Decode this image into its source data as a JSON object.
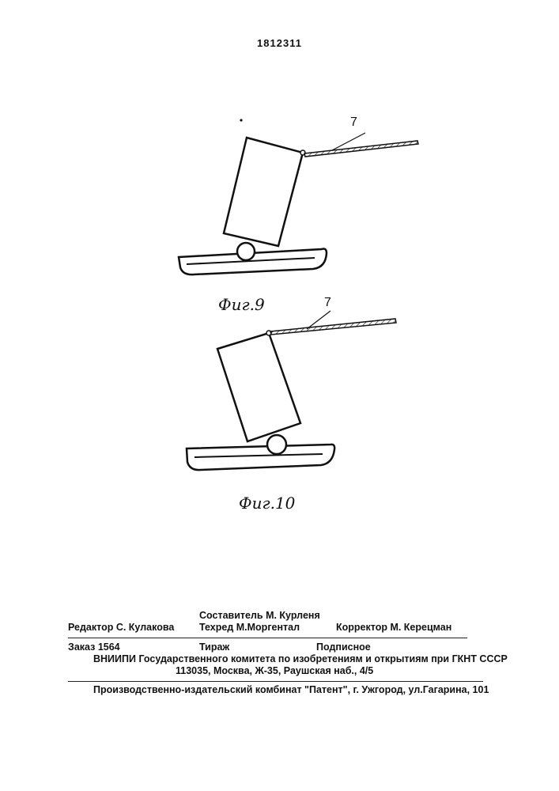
{
  "patent_number": "1812311",
  "figures": [
    {
      "label": "Фиг.9",
      "ref": "7"
    },
    {
      "label": "Фиг.10",
      "ref": "7"
    }
  ],
  "credits": {
    "composer": "Составитель  М. Курленя",
    "editor": "Редактор  С. Кулакова",
    "techred": "Техред М.Моргентал",
    "corrector": "Корректор М. Керецман",
    "order": "Заказ  1564",
    "circulation": "Тираж",
    "subscription": "Подписное",
    "institute": "ВНИИПИ Государственного комитета по изобретениям и открытиям при ГКНТ СССР",
    "address": "113035, Москва, Ж-35, Раушская наб., 4/5",
    "publisher": "Производственно-издательский комбинат \"Патент\", г. Ужгород, ул.Гагарина, 101"
  }
}
